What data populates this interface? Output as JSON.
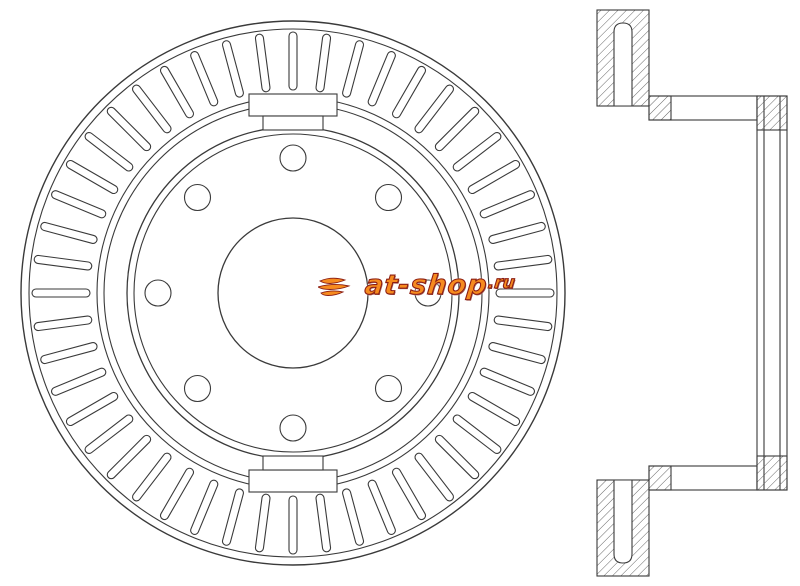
{
  "page": {
    "background_color": "#ffffff",
    "line_color": "#3a3a3a"
  },
  "watermark": {
    "name": "at-shop",
    "tld": ".ru",
    "color": "#f68b1f",
    "outline_color": "#8b1c12"
  },
  "diagram": {
    "type": "technical-drawing",
    "subject": "vented-brake-disc-rotor",
    "front": {
      "vent_slot_count": 48,
      "bolt_hole_count": 8
    }
  }
}
